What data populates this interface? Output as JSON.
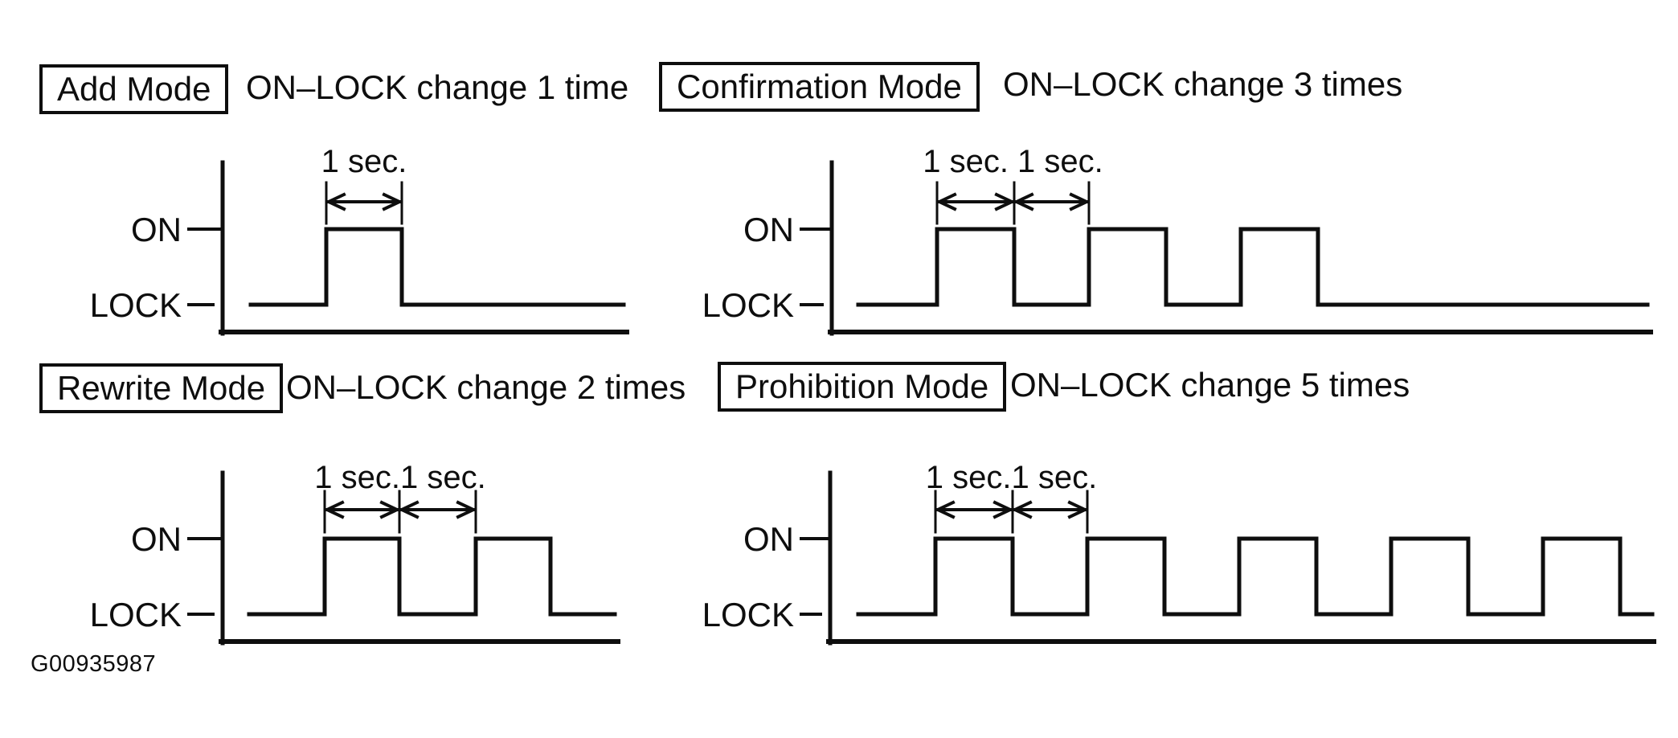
{
  "page": {
    "background": "#ffffff",
    "ink_color": "#0e0e0e"
  },
  "figure": {
    "caption": "G00935987"
  },
  "axis_labels": {
    "on": "ON",
    "lock": "LOCK"
  },
  "diagrams": [
    {
      "id": "add",
      "mode_label": "Add Mode",
      "description": "ON–LOCK change 1 time",
      "pulse_count": 1,
      "interval_labels": [
        "1 sec."
      ],
      "interval_text": "1 sec.",
      "pulse_duration_sec": 1
    },
    {
      "id": "confirmation",
      "mode_label": "Confirmation Mode",
      "description": "ON–LOCK change 3 times",
      "pulse_count": 3,
      "interval_labels": [
        "1 sec.",
        "1 sec."
      ],
      "interval_text": "1 sec. 1 sec.",
      "pulse_duration_sec": 1
    },
    {
      "id": "rewrite",
      "mode_label": "Rewrite Mode",
      "description": "ON–LOCK change 2 times",
      "pulse_count": 2,
      "interval_labels": [
        "1 sec.",
        "1 sec."
      ],
      "interval_text": "1 sec.1 sec.",
      "pulse_duration_sec": 1
    },
    {
      "id": "prohibition",
      "mode_label": "Prohibition Mode",
      "description": "ON–LOCK change 5 times",
      "pulse_count": 5,
      "interval_labels": [
        "1 sec.",
        "1 sec."
      ],
      "interval_text": "1 sec.1 sec.",
      "pulse_duration_sec": 1
    }
  ]
}
